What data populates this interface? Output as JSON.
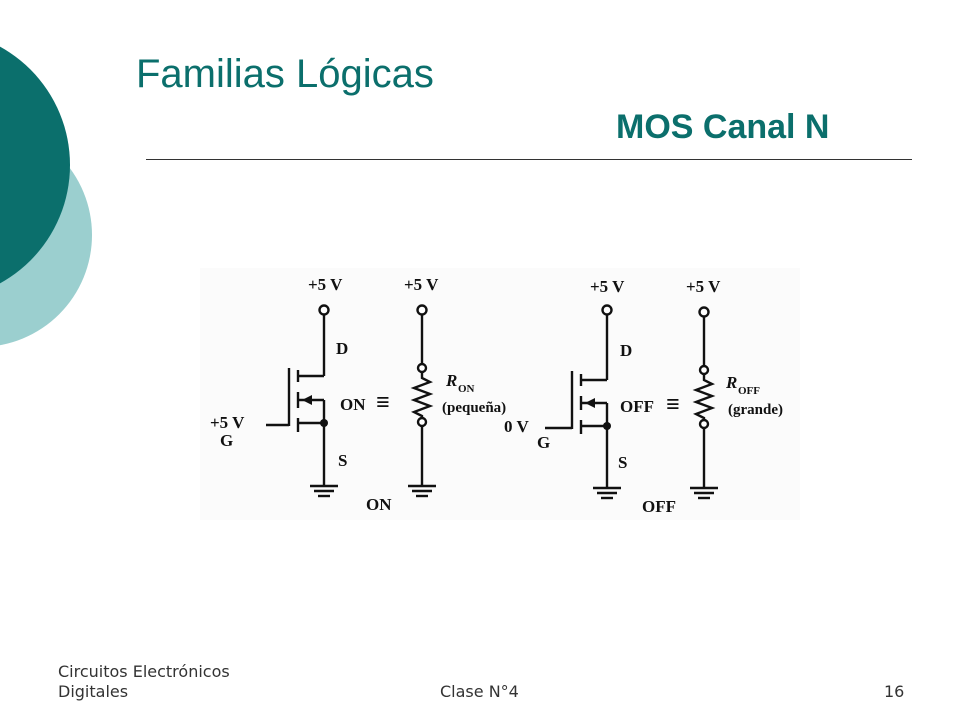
{
  "slide": {
    "title": "Familias Lógicas",
    "subtitle": "MOS Canal N",
    "colors": {
      "accent_dark": "#0b6f6c",
      "accent_light": "#9bcfcf"
    }
  },
  "diagram": {
    "left_transistor": {
      "supply": "+5 V",
      "drain": "D",
      "source": "S",
      "gate": "G",
      "gate_voltage": "+5 V",
      "state": "ON"
    },
    "left_equivalent": {
      "supply": "+5 V",
      "resistor_symbol": "R",
      "resistor_subscript": "ON",
      "resistor_note": "(pequeña)",
      "equivalence": "≡",
      "bottom_state": "ON"
    },
    "right_transistor": {
      "supply": "+5 V",
      "drain": "D",
      "source": "S",
      "gate": "G",
      "gate_voltage": "0 V",
      "state": "OFF"
    },
    "right_equivalent": {
      "supply": "+5 V",
      "resistor_symbol": "R",
      "resistor_subscript": "OFF",
      "resistor_note": "(grande)",
      "equivalence": "≡",
      "bottom_state": "OFF"
    }
  },
  "footer": {
    "course_line1": "Circuitos Electrónicos",
    "course_line2": "Digitales",
    "class": "Clase N°4",
    "page": "16"
  }
}
